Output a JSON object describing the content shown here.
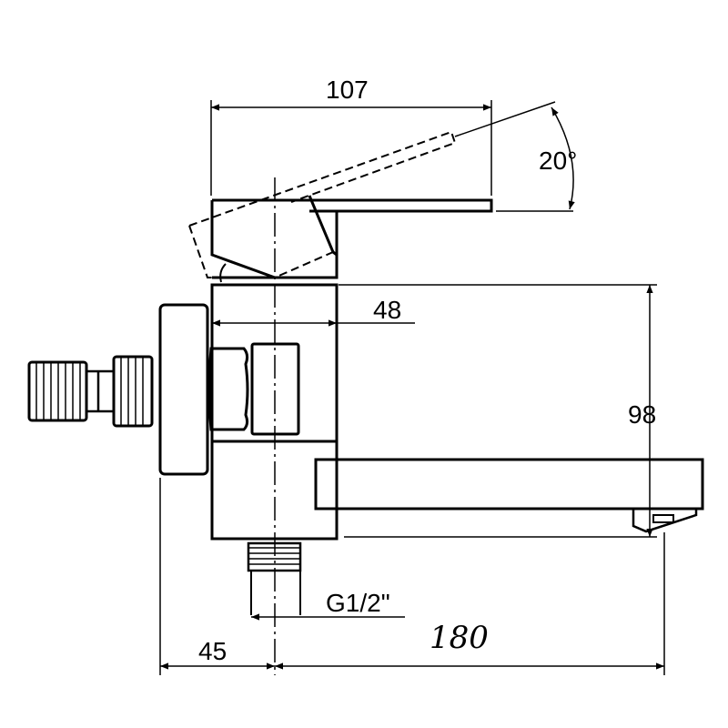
{
  "title": "Bath mixer dimension drawing",
  "dimensions": {
    "handle_length": "107",
    "handle_angle": "20°",
    "body_width": "48",
    "height": "98",
    "connection": "G1/2\"",
    "offset": "45",
    "spout_reach": "180"
  },
  "colors": {
    "line": "#000000",
    "background": "#ffffff"
  }
}
